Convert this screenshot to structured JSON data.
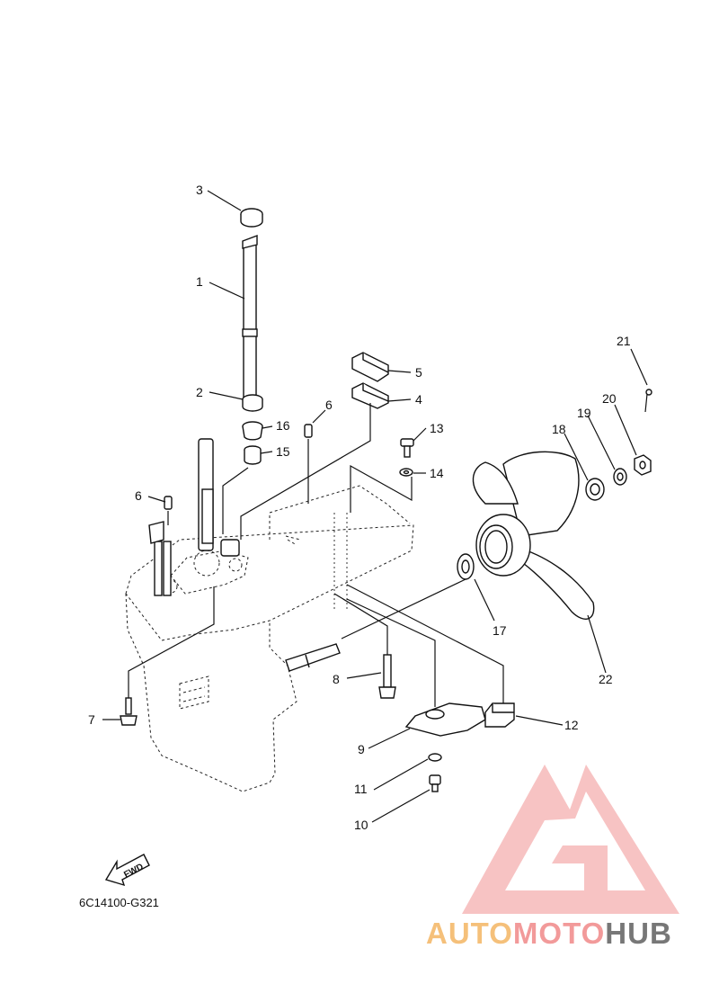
{
  "parts": [
    {
      "num": "1"
    },
    {
      "num": "2"
    },
    {
      "num": "3"
    },
    {
      "num": "4"
    },
    {
      "num": "5"
    },
    {
      "num": "6"
    },
    {
      "num": "6"
    },
    {
      "num": "7"
    },
    {
      "num": "8"
    },
    {
      "num": "9"
    },
    {
      "num": "10"
    },
    {
      "num": "11"
    },
    {
      "num": "12"
    },
    {
      "num": "13"
    },
    {
      "num": "14"
    },
    {
      "num": "15"
    },
    {
      "num": "16"
    },
    {
      "num": "17"
    },
    {
      "num": "18"
    },
    {
      "num": "19"
    },
    {
      "num": "20"
    },
    {
      "num": "21"
    },
    {
      "num": "22"
    }
  ],
  "fwd_label": "FWD",
  "diagram_code": "6C14100-G321",
  "watermark": {
    "parts": [
      "AUTO",
      "MOTO",
      "HUB"
    ],
    "colors": {
      "auto": "#f5c07a",
      "moto": "#f29a9a",
      "hub": "#777777"
    }
  }
}
